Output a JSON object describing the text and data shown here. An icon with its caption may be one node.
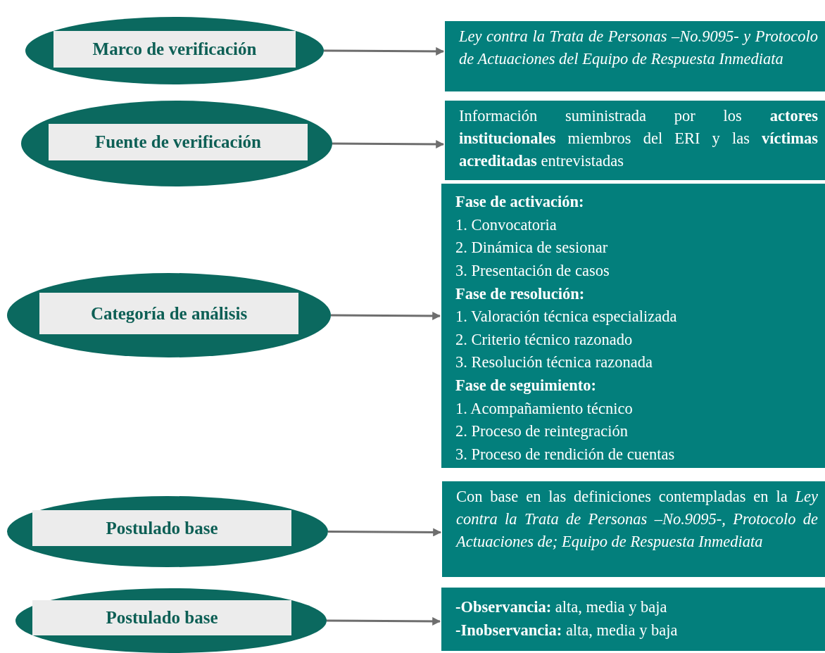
{
  "diagram": {
    "nodes": [
      {
        "text": [
          "Marco de verificación"
        ]
      },
      {
        "text": [
          "Ley contra la Trata de Personas –No.9095- y Protocolo de Actuaciones del Equipo de Respuesta Inmediata"
        ]
      },
      {
        "text": [
          "Fuente de verificación"
        ]
      },
      {
        "text": [
          "Información suministrada por los **actores institucionales** miembros del ERI y las **víctimas acreditadas** entrevistadas"
        ]
      },
      {
        "text": [
          "Categoría de análisis"
        ]
      },
      {
        "text": [
          "Fase de activación:",
          "1. Convocatoria",
          "2. Dinámica de sesionar",
          "3. Presentación de casos",
          "Fase de resolución:",
          "1. Valoración técnica especializada",
          "2. Criterio técnico razonado",
          "3. Resolución técnica razonada",
          "Fase de seguimiento:",
          "1. Acompañamiento técnico",
          "2. Proceso de reintegración",
          "3. Proceso de rendición de cuentas"
        ]
      },
      {
        "text": [
          "Postulado base"
        ]
      },
      {
        "text": [
          "Con base en las definiciones contempladas en la *Ley contra la Trata de Personas –No.9095-, Protocolo de Actuaciones de; Equipo de Respuesta Inmediata*"
        ]
      },
      {
        "text": [
          "Postulado base"
        ]
      },
      {
        "text": [
          "**-Observancia:** alta, media y baja",
          "**-Inobservancia:** alta, media y baja"
        ]
      }
    ],
    "edges": [
      {
        "from": 0,
        "to": 1,
        "arrow": "to"
      },
      {
        "from": 2,
        "to": 3,
        "arrow": "to"
      },
      {
        "from": 4,
        "to": 5,
        "arrow": "to"
      },
      {
        "from": 6,
        "to": 7,
        "arrow": "to"
      },
      {
        "from": 8,
        "to": 9,
        "arrow": "to"
      }
    ]
  }
}
